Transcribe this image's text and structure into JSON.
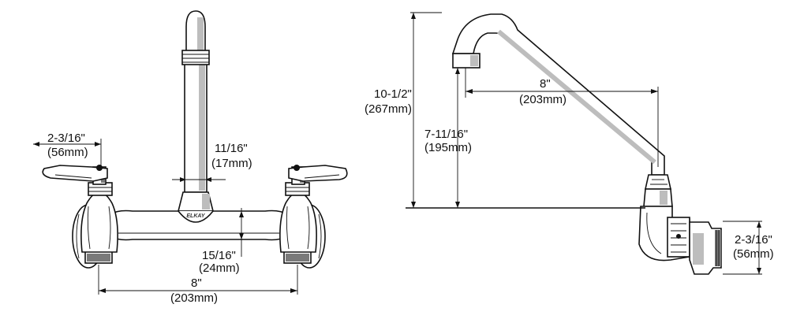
{
  "front_view": {
    "handle_width": {
      "imperial": "2-3/16\"",
      "metric": "(56mm)"
    },
    "spout_diameter": {
      "imperial": "11/16\"",
      "metric": "(17mm)"
    },
    "body_height": {
      "imperial": "15/16\"",
      "metric": "(24mm)"
    },
    "centers": {
      "imperial": "8\"",
      "metric": "(203mm)"
    },
    "logo": "ELKAY"
  },
  "side_view": {
    "overall_height": {
      "imperial": "10-1/2\"",
      "metric": "(267mm)"
    },
    "spout_reach": {
      "imperial": "8\"",
      "metric": "(203mm)"
    },
    "outlet_height": {
      "imperial": "7-11/16\"",
      "metric": "(195mm)"
    },
    "inlet_size": {
      "imperial": "2-3/16\"",
      "metric": "(56mm)"
    }
  }
}
